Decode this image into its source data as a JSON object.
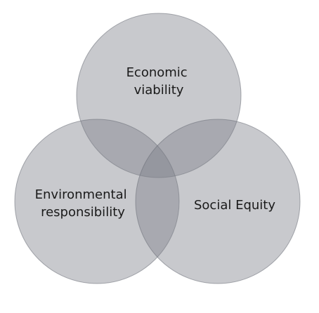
{
  "diagram": {
    "fill_color": "#7c7f87",
    "text_color": "#1a1a1a",
    "circles": [
      {
        "id": "economic",
        "lines": [
          "Economic",
          "viability"
        ]
      },
      {
        "id": "environmental",
        "lines": [
          "Environmental",
          "responsibility"
        ]
      },
      {
        "id": "social",
        "lines": [
          "Social Equity"
        ]
      }
    ]
  }
}
